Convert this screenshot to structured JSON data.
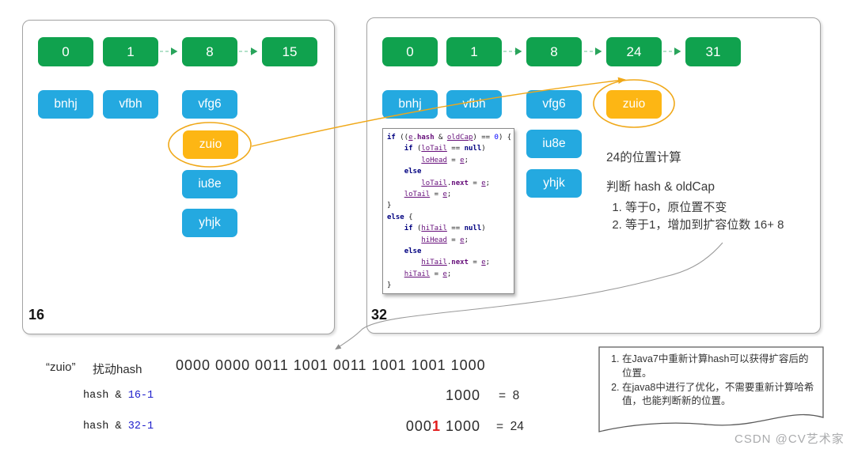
{
  "colors": {
    "bucket_green": "#10a24e",
    "entry_blue": "#24a9e0",
    "highlight_orange": "#fdb614",
    "ellipse_stroke": "#f0a818",
    "dash_connector": "#9bd9b9",
    "connector_arrow": "#29a45b",
    "code_keyword": "#000080",
    "code_variable": "#660e7a",
    "code_number": "#0000ff",
    "mask_blue": "#2020cc",
    "red_bit": "#e21b1b"
  },
  "left_panel": {
    "label": "16",
    "buckets": [
      "0",
      "1",
      "8",
      "15"
    ],
    "entries": [
      "bnhj",
      "vfbh",
      "vfg6"
    ],
    "bucket8_chain": [
      "zuio",
      "iu8e",
      "yhjk"
    ],
    "highlighted": "zuio"
  },
  "right_panel": {
    "label": "32",
    "buckets": [
      "0",
      "1",
      "8",
      "24",
      "31"
    ],
    "entries": [
      "bnhj",
      "vfbh",
      "vfg6"
    ],
    "moved_entry": "zuio",
    "bucket8_chain": [
      "iu8e",
      "yhjk"
    ]
  },
  "code": {
    "lines": [
      [
        [
          "if ",
          "k"
        ],
        [
          "((",
          "p"
        ],
        [
          "e",
          "v"
        ],
        [
          ".",
          "p"
        ],
        [
          "hash",
          "f"
        ],
        [
          " & ",
          "p"
        ],
        [
          "oldCap",
          "v"
        ],
        [
          ") == ",
          "p"
        ],
        [
          "0",
          "n"
        ],
        [
          ") {",
          "p"
        ]
      ],
      [
        [
          "    ",
          "p"
        ],
        [
          "if ",
          "k"
        ],
        [
          "(",
          "p"
        ],
        [
          "loTail",
          "v"
        ],
        [
          " == ",
          "p"
        ],
        [
          "null",
          "k"
        ],
        [
          ")",
          "p"
        ]
      ],
      [
        [
          "        ",
          "p"
        ],
        [
          "loHead",
          "v"
        ],
        [
          " = ",
          "p"
        ],
        [
          "e",
          "v"
        ],
        [
          ";",
          "p"
        ]
      ],
      [
        [
          "    ",
          "p"
        ],
        [
          "else",
          "k"
        ]
      ],
      [
        [
          "        ",
          "p"
        ],
        [
          "loTail",
          "v"
        ],
        [
          ".",
          "p"
        ],
        [
          "next",
          "f"
        ],
        [
          " = ",
          "p"
        ],
        [
          "e",
          "v"
        ],
        [
          ";",
          "p"
        ]
      ],
      [
        [
          "    ",
          "p"
        ],
        [
          "loTail",
          "v"
        ],
        [
          " = ",
          "p"
        ],
        [
          "e",
          "v"
        ],
        [
          ";",
          "p"
        ]
      ],
      [
        [
          "}",
          "p"
        ]
      ],
      [
        [
          "else",
          "k"
        ],
        [
          " {",
          "p"
        ]
      ],
      [
        [
          "    ",
          "p"
        ],
        [
          "if ",
          "k"
        ],
        [
          "(",
          "p"
        ],
        [
          "hiTail",
          "v"
        ],
        [
          " == ",
          "p"
        ],
        [
          "null",
          "k"
        ],
        [
          ")",
          "p"
        ]
      ],
      [
        [
          "        ",
          "p"
        ],
        [
          "hiHead",
          "v"
        ],
        [
          " = ",
          "p"
        ],
        [
          "e",
          "v"
        ],
        [
          ";",
          "p"
        ]
      ],
      [
        [
          "    ",
          "p"
        ],
        [
          "else",
          "k"
        ]
      ],
      [
        [
          "        ",
          "p"
        ],
        [
          "hiTail",
          "v"
        ],
        [
          ".",
          "p"
        ],
        [
          "next",
          "f"
        ],
        [
          " = ",
          "p"
        ],
        [
          "e",
          "v"
        ],
        [
          ";",
          "p"
        ]
      ],
      [
        [
          "    ",
          "p"
        ],
        [
          "hiTail",
          "v"
        ],
        [
          " = ",
          "p"
        ],
        [
          "e",
          "v"
        ],
        [
          ";",
          "p"
        ]
      ],
      [
        [
          "}",
          "p"
        ]
      ]
    ]
  },
  "explain": {
    "title": "24的位置计算",
    "subtitle": "判断 hash & oldCap",
    "items": [
      "等于0，原位置不变",
      "等于1，增加到扩容位数 16+ 8"
    ]
  },
  "formulas": {
    "key_quoted": "“zuio”",
    "disturb_label": "扰动hash",
    "binary": "0000 0000 0011 1001 0011 1001 1001 1000",
    "row16": {
      "expr": "hash & ",
      "mask": "16-1",
      "result": "1000",
      "eq": "=  8"
    },
    "row32": {
      "expr": "hash & ",
      "mask": "32-1",
      "result_pre": "000",
      "result_red": "1",
      "result_post": " 1000",
      "eq": "=  24"
    }
  },
  "note": {
    "items": [
      "在Java7中重新计算hash可以获得扩容后的位置。",
      "在java8中进行了优化，不需要重新计算哈希值，也能判断新的位置。"
    ]
  },
  "watermark": "CSDN @CV艺术家"
}
